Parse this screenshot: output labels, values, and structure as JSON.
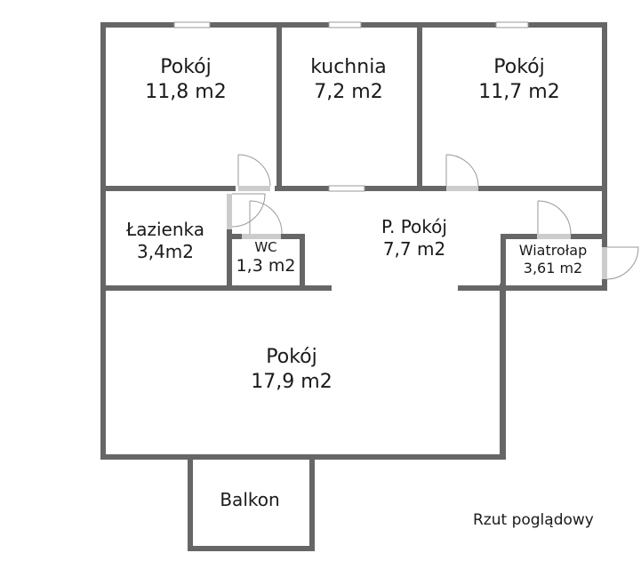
{
  "plan": {
    "wall_color": "#666666",
    "door_color": "#999999",
    "opening_color": "#cccccc",
    "caption": "Rzut poglądowy",
    "rooms": [
      {
        "name": "Pokój",
        "area": "11,8 m2"
      },
      {
        "name": "kuchnia",
        "area": "7,2 m2"
      },
      {
        "name": "Pokój",
        "area": "11,7 m2"
      },
      {
        "name": "Łazienka",
        "area": "3,4m2"
      },
      {
        "name": "WC",
        "area": "1,3 m2"
      },
      {
        "name": "P. Pokój",
        "area": "7,7 m2"
      },
      {
        "name": "Wiatrołap",
        "area": "3,61 m2"
      },
      {
        "name": "Pokój",
        "area": "17,9 m2"
      },
      {
        "name": "Balkon",
        "area": ""
      }
    ]
  }
}
